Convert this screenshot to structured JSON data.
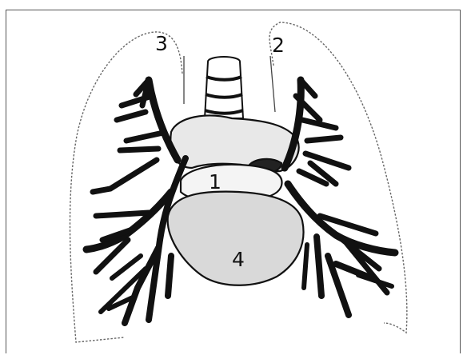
{
  "figure": {
    "labels": {
      "heart_upper": "1",
      "right_lung_apex": "2",
      "left_lung_apex": "3",
      "heart_lower": "4"
    }
  }
}
